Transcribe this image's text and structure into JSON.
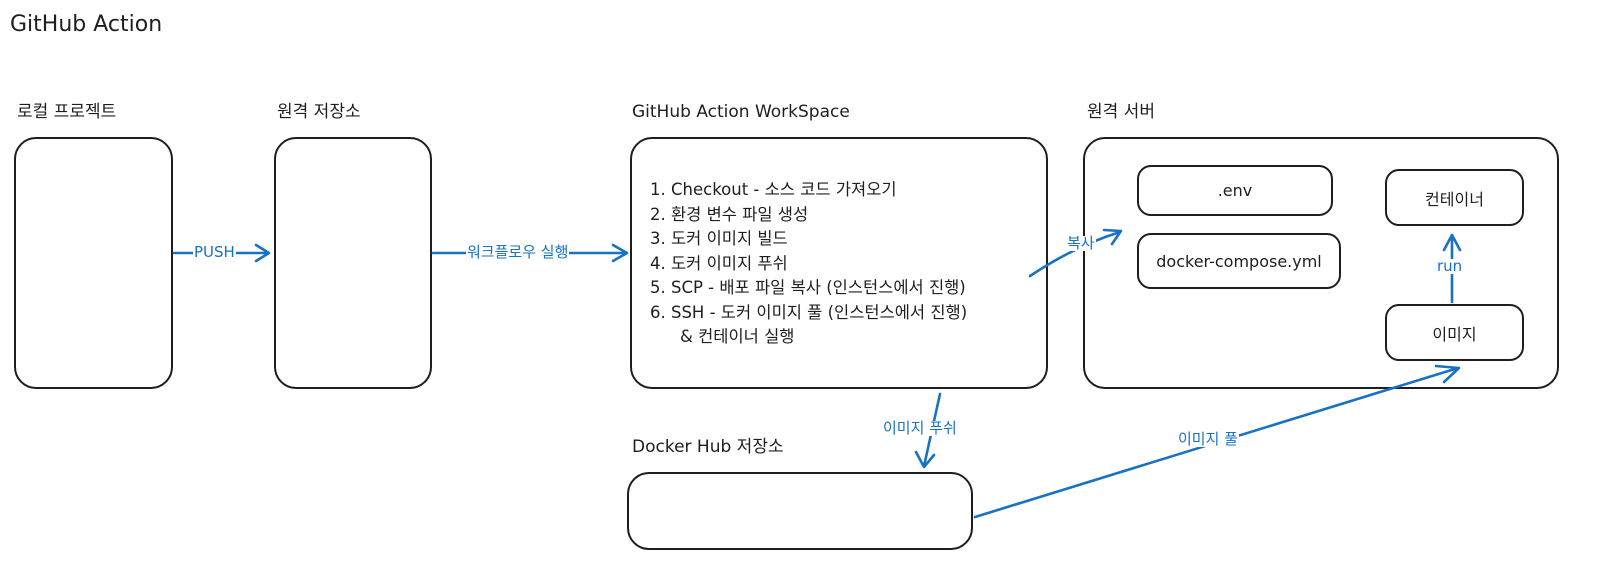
{
  "title": "GitHub Action",
  "nodes": {
    "local_project": {
      "label": "로컬 프로젝트"
    },
    "remote_repo": {
      "label": "원격 저장소"
    },
    "workspace": {
      "label": "GitHub Action WorkSpace",
      "steps": [
        "1. Checkout - 소스 코드 가져오기",
        "2. 환경 변수 파일 생성",
        "3. 도커 이미지 빌드",
        "4. 도커 이미지 푸쉬",
        "5. SCP - 배포 파일 복사 (인스턴스에서 진행)",
        "6. SSH - 도커 이미지 풀 (인스턴스에서 진행)",
        "& 컨테이너 실행"
      ]
    },
    "remote_server": {
      "label": "원격 서버",
      "env_file": ".env",
      "compose_file": "docker-compose.yml",
      "container": "컨테이너",
      "image": "이미지"
    },
    "docker_hub": {
      "label": "Docker Hub 저장소"
    }
  },
  "edges": {
    "push": "PUSH",
    "workflow_run": "워크플로우 실행",
    "copy": "복사",
    "run": "run",
    "image_push": "이미지 푸쉬",
    "image_pull": "이미지 풀"
  },
  "colors": {
    "stroke": "#1e1e1e",
    "accent": "#1971c2",
    "background": "#ffffff"
  }
}
